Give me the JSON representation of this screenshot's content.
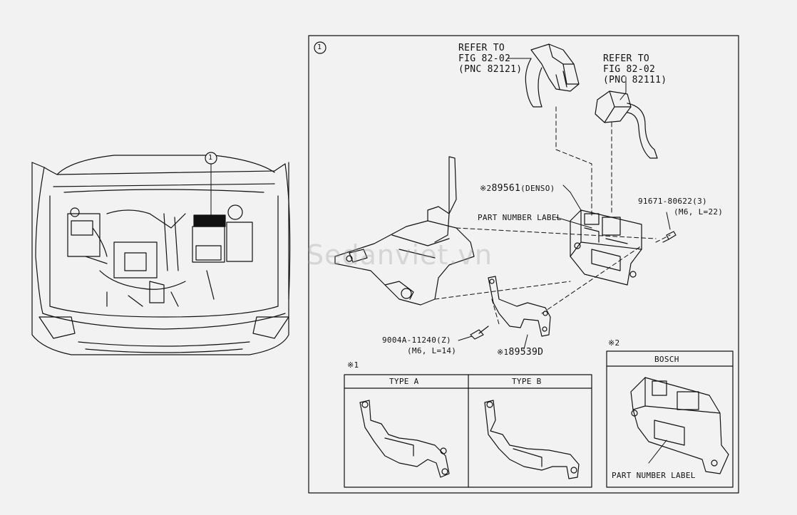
{
  "callout": {
    "circle_number": "1"
  },
  "refer_top_left": {
    "line1": "REFER TO",
    "line2": "FIG 82-02",
    "line3": "(PNC 82121)"
  },
  "refer_top_right": {
    "line1": "REFER TO",
    "line2": "FIG 82-02",
    "line3": "(PNC 82111)"
  },
  "part_89561": {
    "prefix": "※2",
    "number": "89561",
    "suffix": "(DENSO)"
  },
  "part_number_label_main": "PART NUMBER LABEL",
  "bolt_right": {
    "line1": "91671-80622(3)",
    "line2": "(M6, L=22)"
  },
  "bolt_left": {
    "line1": "9004A-11240(Z)",
    "line2": "(M6, L=14)"
  },
  "part_89539d": {
    "prefix": "※1",
    "number": "89539D"
  },
  "inset_types": {
    "marker": "※1",
    "type_a": "TYPE A",
    "type_b": "TYPE B"
  },
  "inset_bosch": {
    "marker": "※2",
    "title": "BOSCH",
    "label": "PART NUMBER LABEL"
  },
  "watermark": "Sedanviet.vn"
}
